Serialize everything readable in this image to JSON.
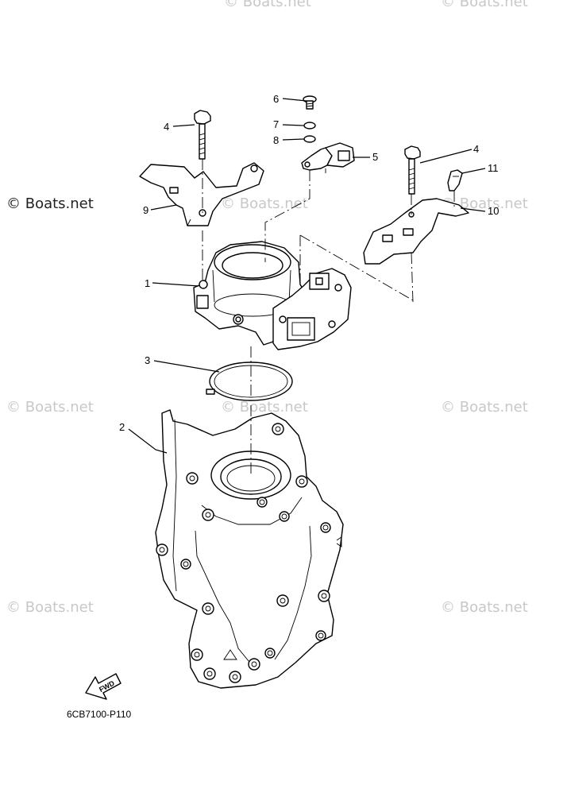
{
  "watermark_primary": "© Boats.net",
  "watermark_faint": "© Boats.net",
  "drawing_code": "6CB7100-P110",
  "fwd_label": "FWD",
  "callouts": {
    "c1": "1",
    "c2": "2",
    "c3": "3",
    "c4a": "4",
    "c4b": "4",
    "c5": "5",
    "c6": "6",
    "c7": "7",
    "c8": "8",
    "c9": "9",
    "c10": "10",
    "c11": "11"
  }
}
